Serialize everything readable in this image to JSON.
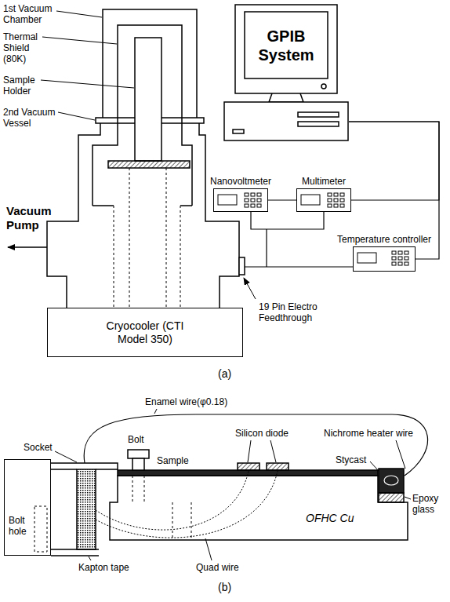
{
  "diagram": {
    "nodes": [
      {
        "text": [
          "GPIB System"
        ]
      },
      {
        "text": [
          "Nanovoltmeter"
        ]
      },
      {
        "text": [
          "Multimeter"
        ]
      },
      {
        "text": [
          "Temperature controller"
        ]
      },
      {
        "text": [
          "Cryocooler (CTI Model 350)"
        ]
      },
      {
        "text": [
          "Bolt hole"
        ]
      },
      {
        "text": [
          "OFHC Cu"
        ]
      }
    ],
    "edges": [
      {
        "from": 0,
        "to": 2,
        "arrow": "none"
      },
      {
        "from": 0,
        "to": 3,
        "arrow": "none"
      },
      {
        "from": 1,
        "to": 2,
        "arrow": "none"
      }
    ],
    "labels": [
      "1st Vacuum Chamber",
      "Thermal Shield (80K)",
      "Sample Holder",
      "2nd Vacuum Vessel",
      "Vacuum Pump",
      "19 Pin Electro Feedthrough",
      "(a)",
      "Enamel wire(φ0.18)",
      "Socket",
      "Bolt",
      "Silicon diode",
      "Nichrome heater wire",
      "Sample",
      "Stycast",
      "Epoxy glass",
      "Kapton tape",
      "Quad wire",
      "(b)"
    ]
  }
}
